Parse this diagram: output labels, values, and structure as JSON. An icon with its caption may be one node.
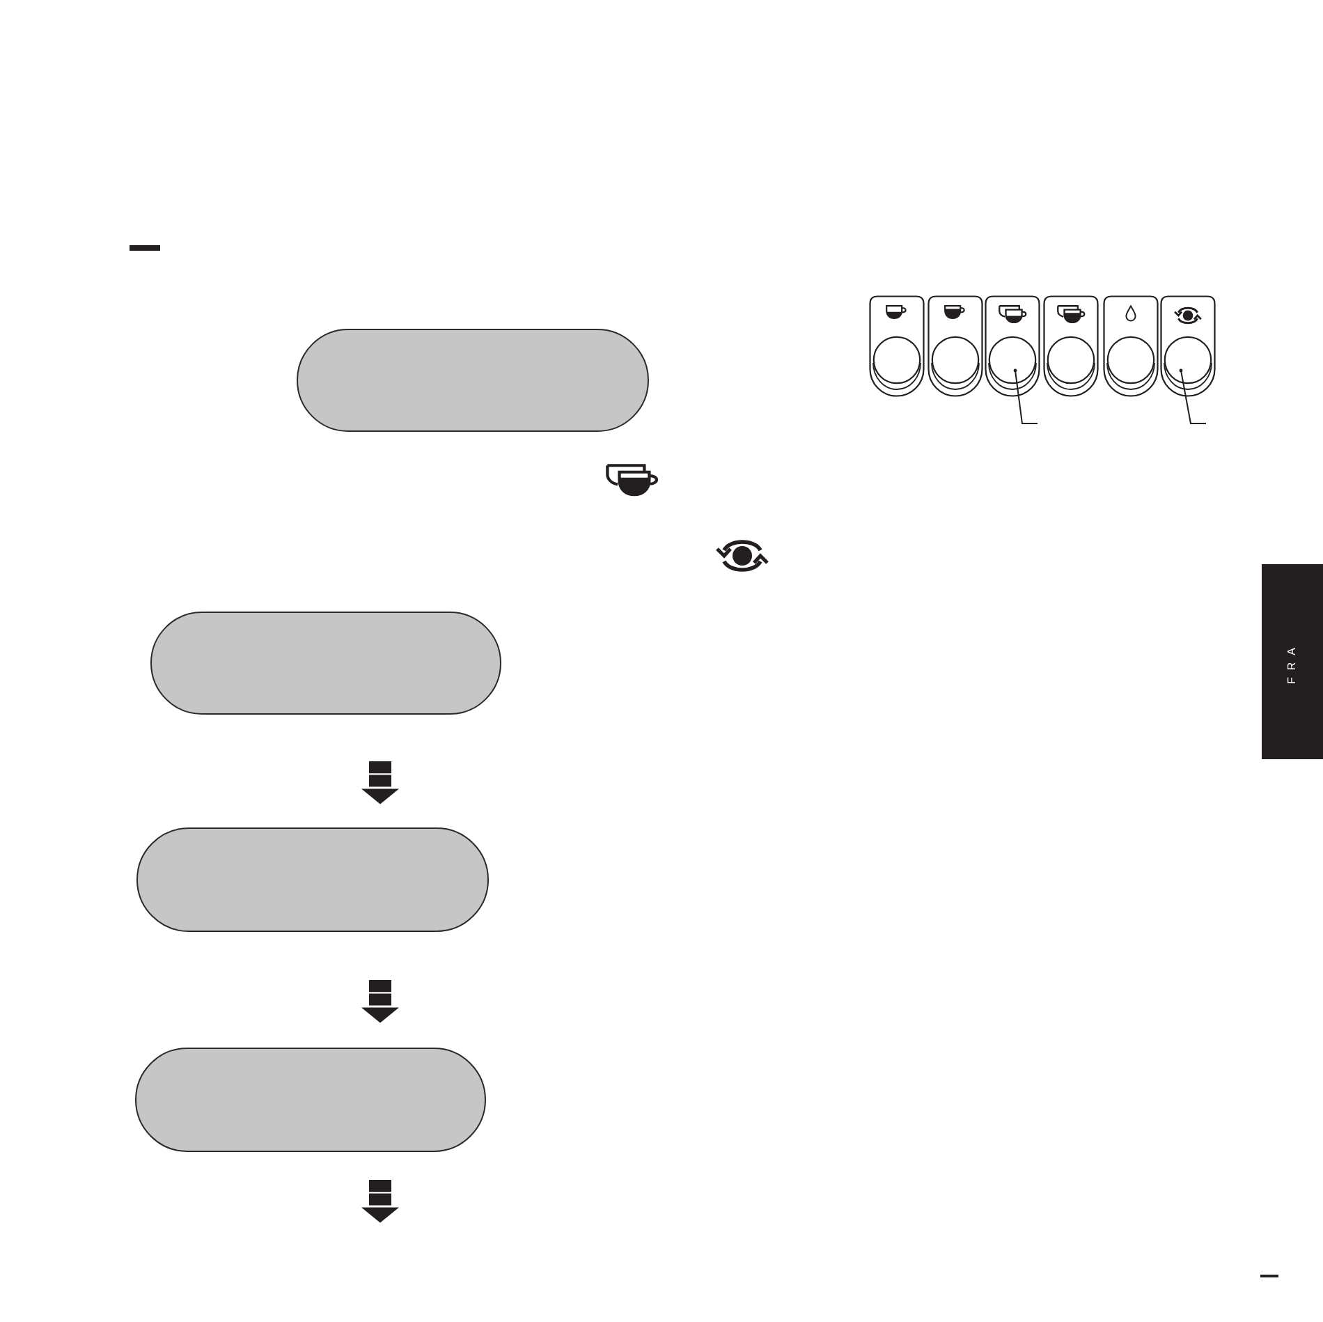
{
  "diagram": {
    "nodes": [
      {
        "text": [],
        "shape": "box"
      },
      {
        "text": [],
        "shape": "box"
      },
      {
        "text": [],
        "shape": "box"
      },
      {
        "text": [],
        "shape": "box"
      },
      {
        "text": [],
        "shape": "button"
      },
      {
        "text": [],
        "shape": "button"
      },
      {
        "text": [],
        "shape": "button"
      },
      {
        "text": [],
        "shape": "button"
      },
      {
        "text": [],
        "shape": "button"
      },
      {
        "text": [],
        "shape": "button"
      }
    ],
    "edges": [
      {
        "from": 1,
        "to": 2,
        "arrow": "to",
        "style": "thick"
      },
      {
        "from": 2,
        "to": 3,
        "arrow": "to",
        "style": "thick"
      },
      {
        "from": 3,
        "to": null,
        "arrow": "to",
        "style": "thick"
      },
      {
        "from": null,
        "to": 6,
        "arrow": "other"
      },
      {
        "from": null,
        "to": 9,
        "arrow": "other"
      }
    ],
    "labels": [
      "FRA"
    ]
  }
}
